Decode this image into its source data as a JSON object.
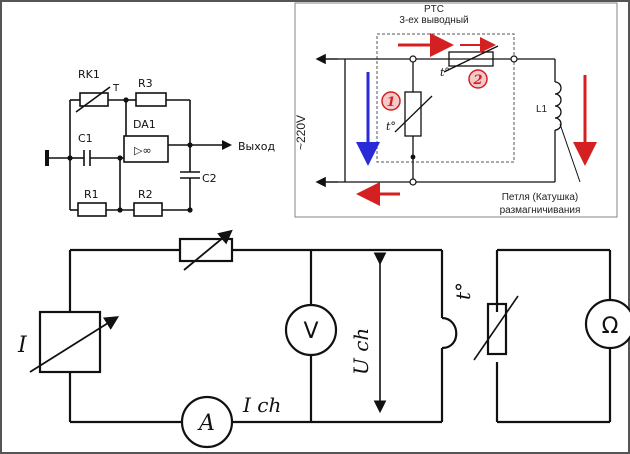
{
  "colors": {
    "arrow_red": "#d42020",
    "arrow_blue": "#2a2ad8",
    "badge_fill": "#f4c9c9",
    "panel_border": "#9a9a9a"
  },
  "top_left": {
    "rk1": "RK1",
    "t_mark": "T",
    "r3": "R3",
    "da1": "DA1",
    "c1": "C1",
    "r1": "R1",
    "r2": "R2",
    "c2": "C2",
    "output": "Выход",
    "opamp_symbol": "▷∞"
  },
  "ptc_panel": {
    "title": "PTC",
    "subtitle": "3-ех выводный",
    "voltage": "~220V",
    "badge1": "1",
    "badge2": "2",
    "temp1": "t°",
    "temp2": "t°",
    "l1": "L1",
    "coil_caption_1": "Петля (Катушка)",
    "coil_caption_2": "размагничивания"
  },
  "bottom": {
    "voltmeter": "V",
    "ammeter": "A",
    "ohmmeter": "Ω",
    "source": "I",
    "current_label": "I ch",
    "voltage_label": "U ch",
    "temp_label": "t°"
  }
}
